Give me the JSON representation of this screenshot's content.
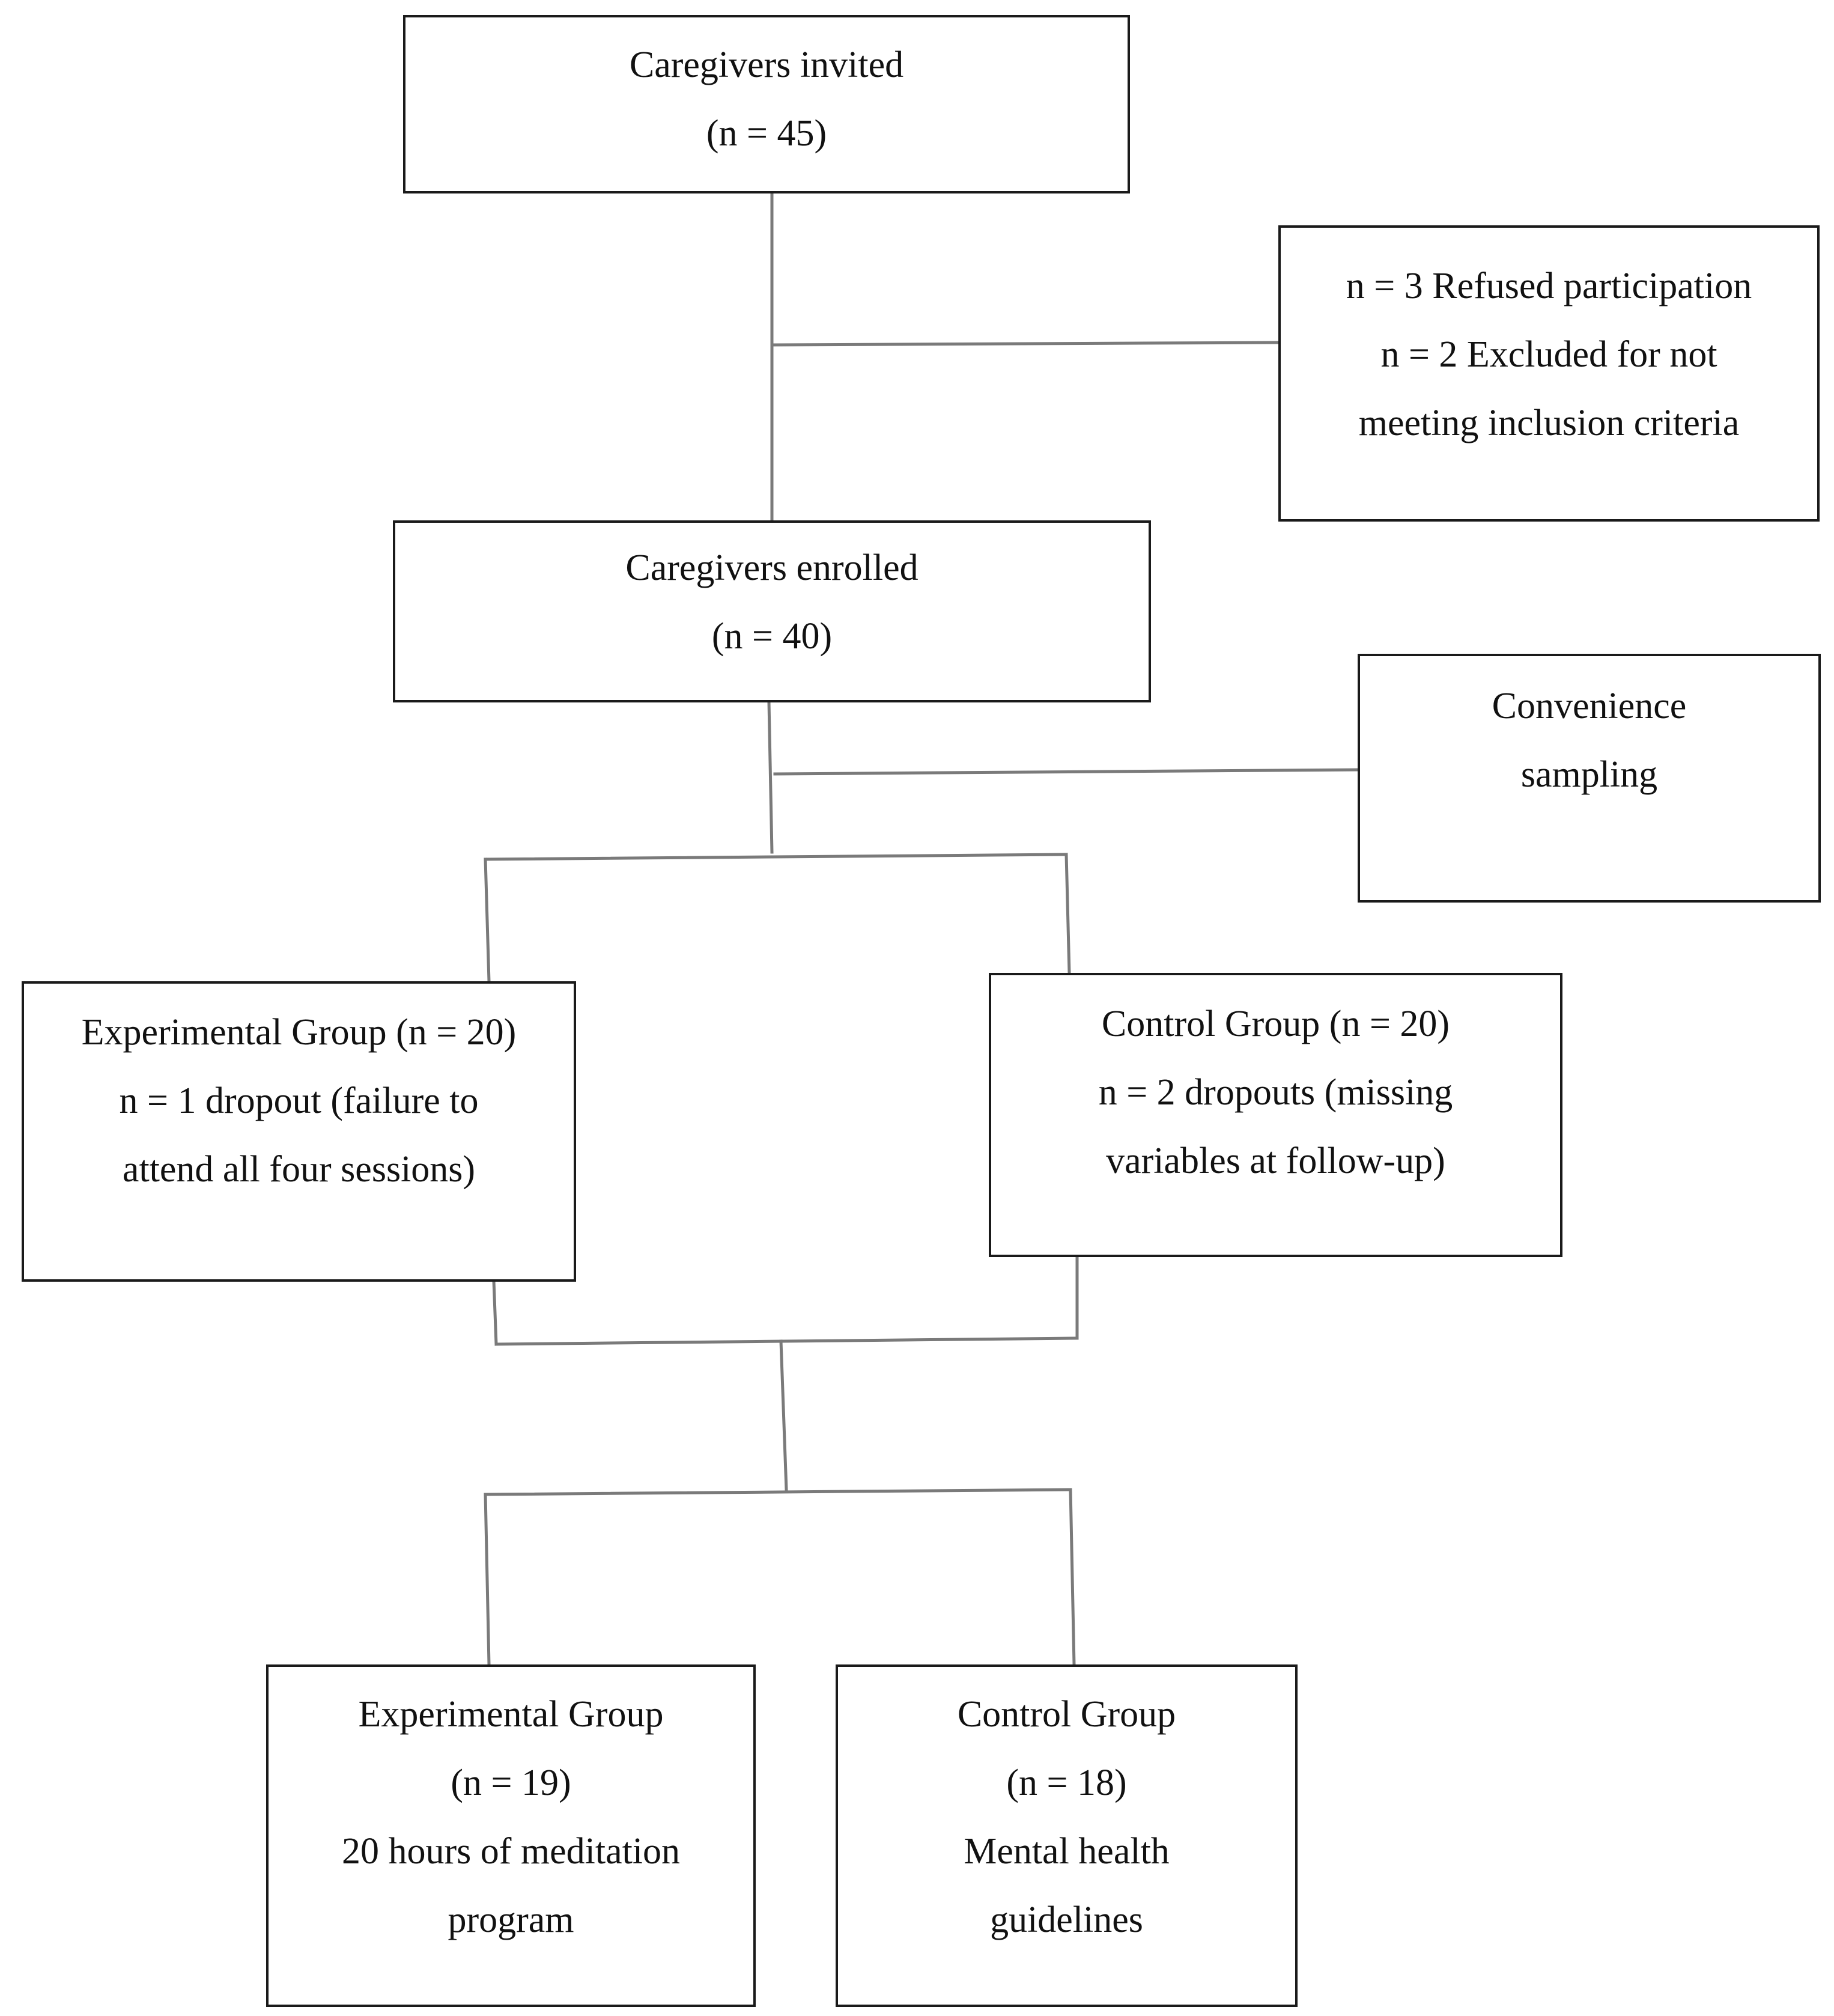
{
  "flowchart": {
    "invited": {
      "lines": [
        "Caregivers invited",
        "(n = 45)"
      ]
    },
    "excluded": {
      "lines": [
        "n = 3 Refused participation",
        "n = 2 Excluded for not",
        "meeting inclusion criteria"
      ]
    },
    "enrolled": {
      "lines": [
        "Caregivers enrolled",
        "(n = 40)"
      ]
    },
    "sampling": {
      "lines": [
        "Convenience",
        "sampling"
      ]
    },
    "experimental_group": {
      "lines": [
        "Experimental Group (n = 20)",
        "n = 1 dropout (failure to",
        "attend all four sessions)"
      ]
    },
    "control_group": {
      "lines": [
        "Control Group (n = 20)",
        "n = 2 dropouts (missing",
        "variables at follow-up)"
      ]
    },
    "experimental_final": {
      "lines": [
        "Experimental Group",
        "(n = 19)",
        "20 hours of meditation",
        "program"
      ]
    },
    "control_final": {
      "lines": [
        "Control Group",
        "(n = 18)",
        "Mental health",
        "guidelines"
      ]
    }
  },
  "colors": {
    "box_border": "#1a1a1a",
    "connector": "#7a7a7a",
    "text": "#111111"
  }
}
